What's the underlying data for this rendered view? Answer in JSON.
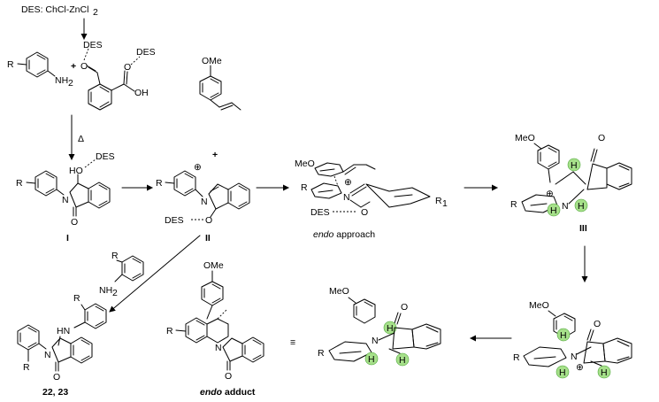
{
  "catalyst": {
    "label": "DES: ChCl-ZnCl",
    "subscript": "2"
  },
  "des": "DES",
  "aniline": {
    "R": "R",
    "NH2": "NH",
    "sub2": "2"
  },
  "plus": "+",
  "heat": "Δ",
  "atoms": {
    "O": "O",
    "H": "H",
    "N": "N",
    "OH": "OH",
    "HO": "HO",
    "OMe": "OMe",
    "MeO": "MeO",
    "R1": "R",
    "R1sub": "1",
    "HN": "HN",
    "charge": "⊕"
  },
  "labels": {
    "I": "I",
    "II": "II",
    "III": "III",
    "approach_italic": "endo",
    "approach_rest": " approach",
    "products": "22, 23",
    "adduct_italic": "endo",
    "adduct_rest": " adduct",
    "equiv": "≡"
  }
}
